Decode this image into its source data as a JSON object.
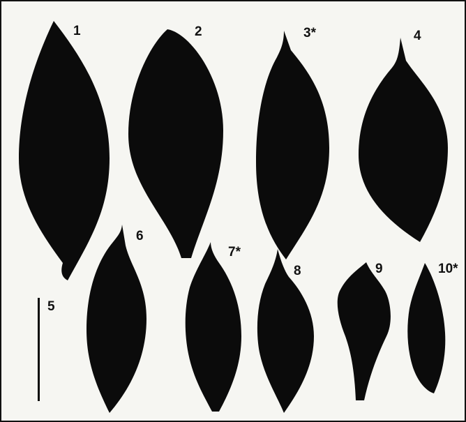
{
  "figure": {
    "colors": {
      "background": "#f6f6f2",
      "silhouette": "#0b0b0b",
      "frame": "#111111"
    },
    "specimens": [
      {
        "label": "1"
      },
      {
        "label": "2"
      },
      {
        "label": "3*"
      },
      {
        "label": "4"
      },
      {
        "label": "5"
      },
      {
        "label": "6"
      },
      {
        "label": "7*"
      },
      {
        "label": "8"
      },
      {
        "label": "9"
      },
      {
        "label": "10*"
      }
    ]
  }
}
